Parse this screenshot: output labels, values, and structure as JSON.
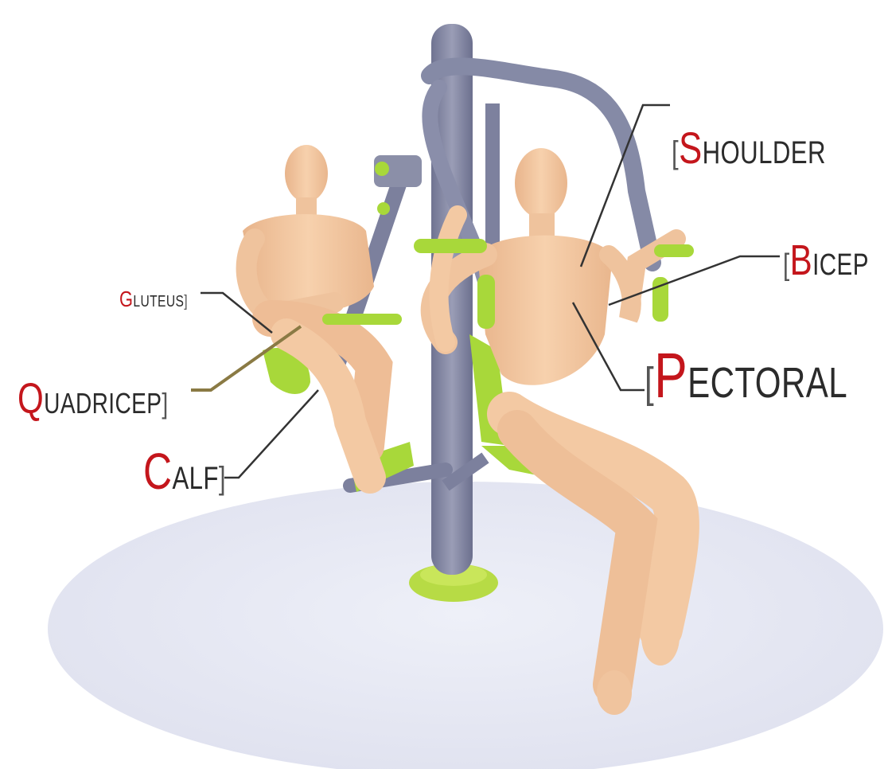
{
  "labels": {
    "shoulder": {
      "initial": "S",
      "rest": "HOULDER",
      "open": "[",
      "close": ""
    },
    "bicep": {
      "initial": "B",
      "rest": "ICEP",
      "open": "[",
      "close": ""
    },
    "pectoral": {
      "initial": "P",
      "rest": "ECTORAL",
      "open": "[",
      "close": ""
    },
    "gluteus": {
      "initial": "G",
      "rest": "LUTEUS",
      "open": "",
      "close": "]"
    },
    "quadricep": {
      "initial": "Q",
      "rest": "UADRICEP",
      "open": "",
      "close": "]"
    },
    "calf": {
      "initial": "C",
      "rest": "ALF",
      "open": "",
      "close": "]"
    }
  },
  "colors": {
    "accent_red": "#c4161c",
    "label_text": "#2b2b2b",
    "frame_gray": "#8b8fa8",
    "handle_green": "#a8d83a",
    "skin": "#f3c9a3",
    "floor": "#e9eaf5"
  }
}
